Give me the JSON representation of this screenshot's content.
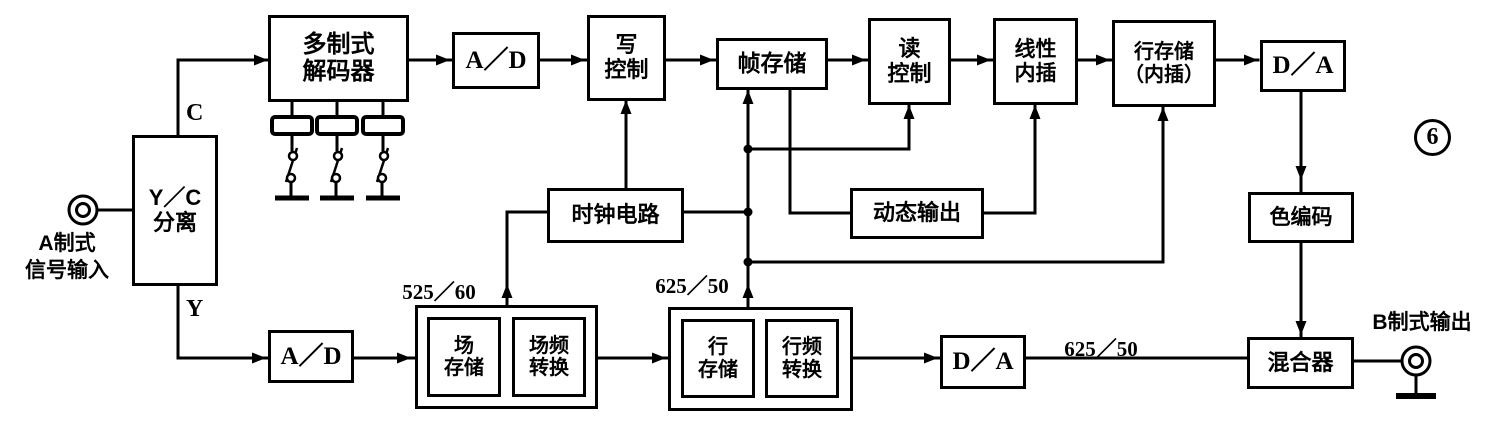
{
  "figure": {
    "number": "6"
  },
  "io": {
    "input_label": "A制式\n信号输入",
    "output_label": "B制式输出",
    "c_signal": "C",
    "y_signal": "Y"
  },
  "rates": {
    "field_rate": "525／60",
    "line_rate": "625／50",
    "output_rate": "625／50"
  },
  "blocks": {
    "yc_separator": "Y／C\n分离",
    "multi_standard_decoder": "多制式\n解码器",
    "ad_top": "A／D",
    "write_control": "写\n控制",
    "frame_store": "帧存储",
    "read_control": "读\n控制",
    "linear_interpolation": "线性\n内插",
    "line_store_interpolation": "行存储\n（内插）",
    "da_top": "D／A",
    "clock_circuit": "时钟电路",
    "dynamic_output": "动态输出",
    "color_encoder": "色编码",
    "ad_bottom": "A／D",
    "field_store": "场\n存储",
    "field_rate_converter": "场频\n转换",
    "line_store": "行\n存储",
    "line_rate_converter": "行频\n转换",
    "da_bottom": "D／A",
    "mixer": "混合器"
  }
}
